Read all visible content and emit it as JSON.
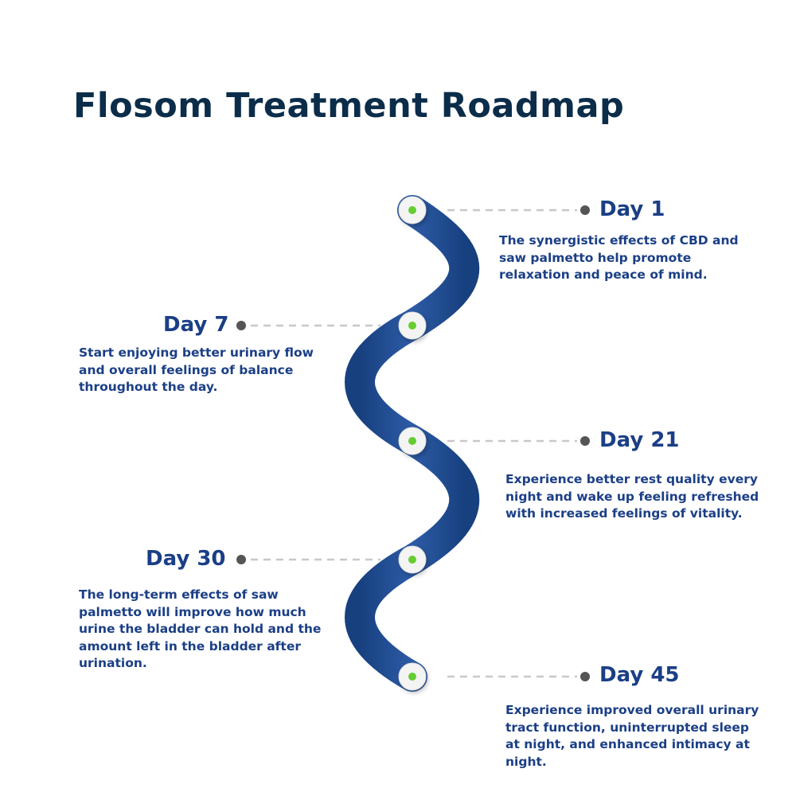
{
  "title": "Flosom Treatment Roadmap",
  "colors": {
    "title": "#0b2d4a",
    "text": "#1b3f86",
    "wave": "#1f4a8e",
    "node_dot": "#66cc33",
    "connector": "#c8c8c8",
    "marker": "#555555"
  },
  "milestones": [
    {
      "day": "Day 1",
      "text": "The synergistic effects of CBD and saw palmetto help promote relaxation and peace of mind."
    },
    {
      "day": "Day 7",
      "text": "Start enjoying better urinary flow and overall feelings of balance throughout the day."
    },
    {
      "day": "Day 21",
      "text": "Experience better rest quality every night and wake up feeling refreshed with increased feelings of vitality."
    },
    {
      "day": "Day 30",
      "text": "The long-term effects of saw palmetto will improve how much urine the bladder can hold and the amount left in the bladder after urination."
    },
    {
      "day": "Day 45",
      "text": "Experience improved overall urinary tract function, uninterrupted sleep at night, and enhanced intimacy at night."
    }
  ]
}
